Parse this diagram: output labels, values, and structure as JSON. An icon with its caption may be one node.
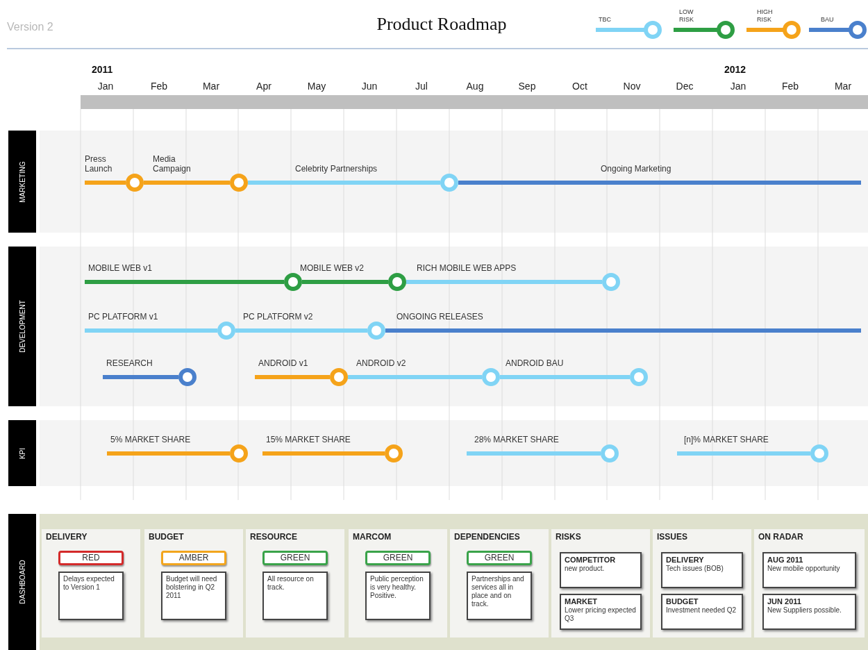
{
  "diagram": {
    "title": "Product Roadmap",
    "nodes": [
      {
        "text": [
          "MARKETING"
        ]
      },
      {
        "text": [],
        "shape": "circle",
        "in": 0
      },
      {
        "text": [],
        "shape": "circle",
        "in": 0
      },
      {
        "text": [],
        "shape": "circle",
        "in": 0
      },
      {
        "text": [
          "DEVELOPMENT"
        ]
      },
      {
        "text": [],
        "shape": "circle",
        "in": 4
      },
      {
        "text": [],
        "shape": "circle",
        "in": 4
      },
      {
        "text": [],
        "shape": "circle",
        "in": 4
      },
      {
        "text": [],
        "shape": "circle",
        "in": 4
      },
      {
        "text": [],
        "shape": "circle",
        "in": 4
      },
      {
        "text": [],
        "shape": "circle",
        "in": 4
      },
      {
        "text": [],
        "shape": "circle",
        "in": 4
      },
      {
        "text": [],
        "shape": "circle",
        "in": 4
      },
      {
        "text": [],
        "shape": "circle",
        "in": 4
      },
      {
        "text": [
          "KPI"
        ]
      },
      {
        "text": [],
        "shape": "circle",
        "in": 14
      },
      {
        "text": [],
        "shape": "circle",
        "in": 14
      },
      {
        "text": [],
        "shape": "circle",
        "in": 14
      },
      {
        "text": [],
        "shape": "circle",
        "in": 14
      },
      {
        "text": [
          "DASHBOARD"
        ]
      },
      {
        "text": [
          "DELIVERY"
        ],
        "in": 19
      },
      {
        "text": [
          "RED"
        ],
        "in": 20
      },
      {
        "text": [
          "Delays expected to Version 1"
        ],
        "in": 20
      },
      {
        "text": [
          "BUDGET"
        ],
        "in": 19
      },
      {
        "text": [
          "AMBER"
        ],
        "in": 23
      },
      {
        "text": [
          "Budget will need bolstering in Q2 2011"
        ],
        "in": 23
      },
      {
        "text": [
          "RESOURCE"
        ],
        "in": 19
      },
      {
        "text": [
          "GREEN"
        ],
        "in": 26
      },
      {
        "text": [
          "All resource on track."
        ],
        "in": 26
      },
      {
        "text": [
          "MARCOM"
        ],
        "in": 19
      },
      {
        "text": [
          "GREEN"
        ],
        "in": 29
      },
      {
        "text": [
          "Public perception is very healthy. Positive."
        ],
        "in": 29
      },
      {
        "text": [
          "DEPENDENCIES"
        ],
        "in": 19
      },
      {
        "text": [
          "GREEN"
        ],
        "in": 32
      },
      {
        "text": [
          "Partnerships and services all in place and on track."
        ],
        "in": 32
      },
      {
        "text": [
          "RISKS"
        ],
        "in": 19
      },
      {
        "text": [
          "COMPETITOR",
          "new product."
        ],
        "in": 35
      },
      {
        "text": [
          "MARKET",
          "Lower pricing expected Q3"
        ],
        "in": 35
      },
      {
        "text": [
          "ISSUES"
        ],
        "in": 19
      },
      {
        "text": [
          "DELIVERY",
          "Tech issues (BOB)"
        ],
        "in": 38
      },
      {
        "text": [
          "BUDGET",
          "Investment needed Q2"
        ],
        "in": 38
      },
      {
        "text": [
          "ON RADAR"
        ],
        "in": 19
      },
      {
        "text": [
          "AUG 2011",
          "New mobile opportunity"
        ],
        "in": 41
      },
      {
        "text": [
          "JUN 2011",
          "New Suppliers possible."
        ],
        "in": 41
      }
    ],
    "edges": [
      {
        "from": null,
        "to": 1,
        "arrow": "none",
        "label": "Press Launch",
        "color": "#f5a31a"
      },
      {
        "from": 1,
        "to": 2,
        "arrow": "none",
        "label": "Media Campaign",
        "color": "#f5a31a"
      },
      {
        "from": 2,
        "to": 3,
        "arrow": "none",
        "label": "Celebrity Partnerships",
        "color": "#80d4f5"
      },
      {
        "from": 3,
        "to": null,
        "arrow": "none",
        "label": "Ongoing Marketing",
        "color": "#4a80cc"
      },
      {
        "from": null,
        "to": 5,
        "arrow": "none",
        "label": "MOBILE WEB v1",
        "color": "#2e9e44"
      },
      {
        "from": 5,
        "to": 6,
        "arrow": "none",
        "label": "MOBILE WEB v2",
        "color": "#2e9e44"
      },
      {
        "from": 6,
        "to": 7,
        "arrow": "none",
        "label": "RICH MOBILE WEB APPS",
        "color": "#80d4f5"
      },
      {
        "from": null,
        "to": 8,
        "arrow": "none",
        "label": "PC PLATFORM v1",
        "color": "#80d4f5"
      },
      {
        "from": 8,
        "to": 9,
        "arrow": "none",
        "label": "PC PLATFORM v2",
        "color": "#80d4f5"
      },
      {
        "from": 9,
        "to": null,
        "arrow": "none",
        "label": "ONGOING RELEASES",
        "color": "#4a80cc"
      },
      {
        "from": null,
        "to": 10,
        "arrow": "none",
        "label": "RESEARCH",
        "color": "#4a80cc"
      },
      {
        "from": null,
        "to": 11,
        "arrow": "none",
        "label": "ANDROID v1",
        "color": "#f5a31a"
      },
      {
        "from": 11,
        "to": 12,
        "arrow": "none",
        "label": "ANDROID v2",
        "color": "#80d4f5"
      },
      {
        "from": 12,
        "to": 13,
        "arrow": "none",
        "label": "ANDROID BAU",
        "color": "#80d4f5"
      },
      {
        "from": null,
        "to": 15,
        "arrow": "none",
        "label": "5% MARKET SHARE",
        "color": "#f5a31a"
      },
      {
        "from": null,
        "to": 16,
        "arrow": "none",
        "label": "15% MARKET SHARE",
        "color": "#f5a31a"
      },
      {
        "from": null,
        "to": 17,
        "arrow": "none",
        "label": "28% MARKET SHARE",
        "color": "#80d4f5"
      },
      {
        "from": null,
        "to": 18,
        "arrow": "none",
        "label": "[n]% MARKET SHARE",
        "color": "#80d4f5"
      }
    ],
    "labels": [
      "Version 2",
      "2011",
      "Jan",
      "Feb",
      "Mar",
      "Apr",
      "May",
      "Jun",
      "Jul",
      "Aug",
      "Sep",
      "Oct",
      "Nov",
      "Dec",
      "2012",
      "Jan",
      "Feb",
      "Mar"
    ],
    "legend": [
      {
        "text": "TBC",
        "color": "#80d4f5"
      },
      {
        "text": "LOW RISK",
        "color": "#2e9e44"
      },
      {
        "text": "HIGH RISK",
        "color": "#f5a31a"
      },
      {
        "text": "BAU",
        "color": "#4a80cc"
      }
    ]
  }
}
